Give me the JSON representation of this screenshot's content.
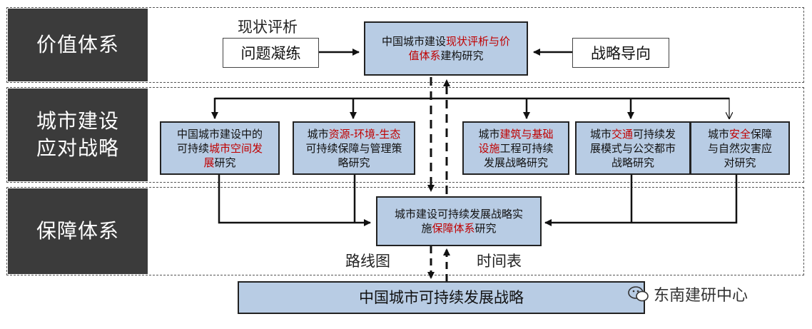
{
  "sections": {
    "value": "价值体系",
    "strategy_line1": "城市建设",
    "strategy_line2": "应对战略",
    "support": "保障体系"
  },
  "top": {
    "status_label": "现状评析",
    "problem": "问题凝练",
    "direction": "战略导向",
    "center_a": "中国城市建设",
    "center_b": "现状评析与价",
    "center_c": "值体系",
    "center_d": "建构研究"
  },
  "middle": {
    "b1_a": "中国城市建设中的",
    "b1_b": "可持续",
    "b1_c": "城市空间发",
    "b1_d": "展",
    "b1_e": "研究",
    "b2_a": "城市",
    "b2_b": "资源-环境-生态",
    "b2_c": "可持续保障与管理策",
    "b2_d": "略研究",
    "b3_a": "城市",
    "b3_b": "建筑与基础",
    "b3_c": "设施",
    "b3_d": "工程可持续",
    "b3_e": "发展战略研究",
    "b4_a": "城市",
    "b4_b": "交通",
    "b4_c": "可持续发",
    "b4_d": "展模式与公交都市",
    "b4_e": "战略研究",
    "b5_a": "城市",
    "b5_b": "安全",
    "b5_c": "保障",
    "b5_d": "与自然灾害应",
    "b5_e": "对研究"
  },
  "bottom": {
    "impl_a": "城市建设可持续发展战略实",
    "impl_b": "施",
    "impl_c": "保障体系",
    "impl_d": "研究",
    "roadmap": "路线图",
    "timetable": "时间表",
    "final": "中国城市可持续发展战略"
  },
  "watermark": "东南建研中心",
  "colors": {
    "box_fill": "#b8cce4",
    "label_fill": "#3b3b3b",
    "highlight": "#c00000"
  }
}
